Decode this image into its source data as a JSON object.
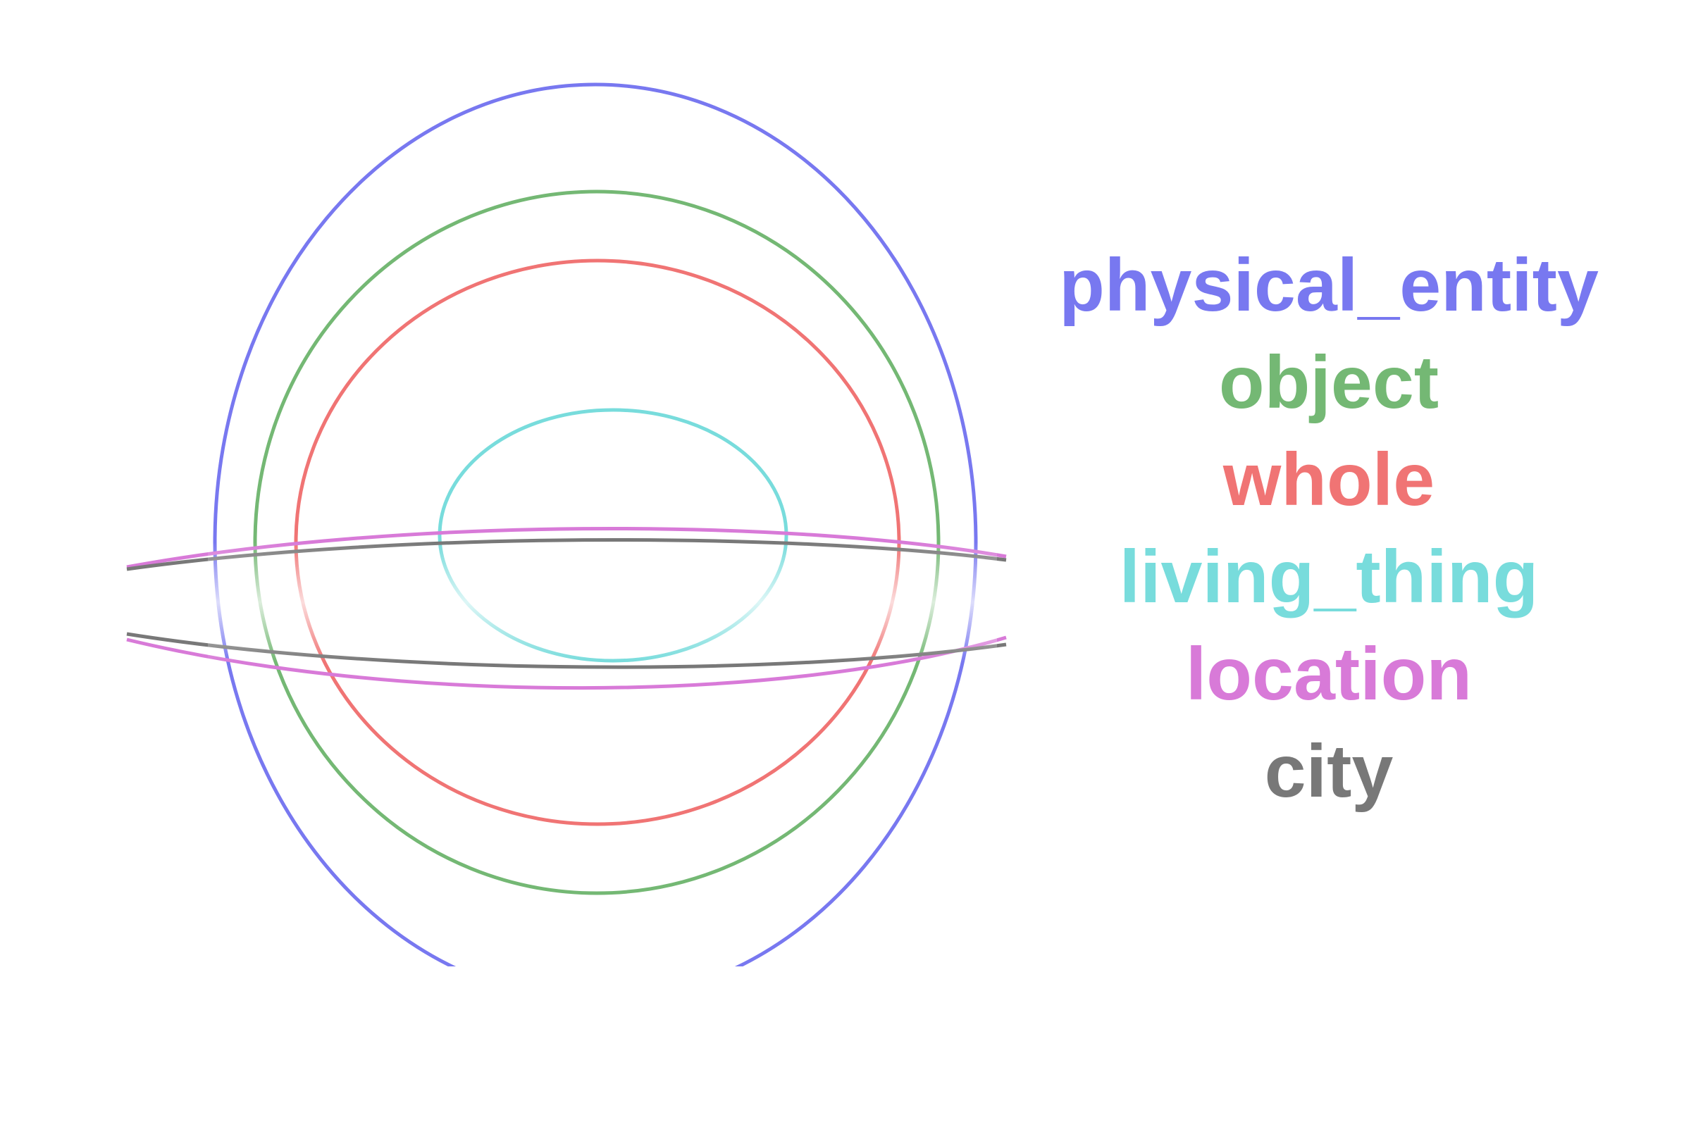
{
  "legend": {
    "items": [
      {
        "key": "physical_entity",
        "label": "physical_entity",
        "color": "#7878f0"
      },
      {
        "key": "object",
        "label": "object",
        "color": "#74b874"
      },
      {
        "key": "whole",
        "label": "whole",
        "color": "#f07474"
      },
      {
        "key": "living_thing",
        "label": "living_thing",
        "color": "#78dcdc"
      },
      {
        "key": "location",
        "label": "location",
        "color": "#d87ad8"
      },
      {
        "key": "city",
        "label": "city",
        "color": "#787878"
      }
    ]
  }
}
